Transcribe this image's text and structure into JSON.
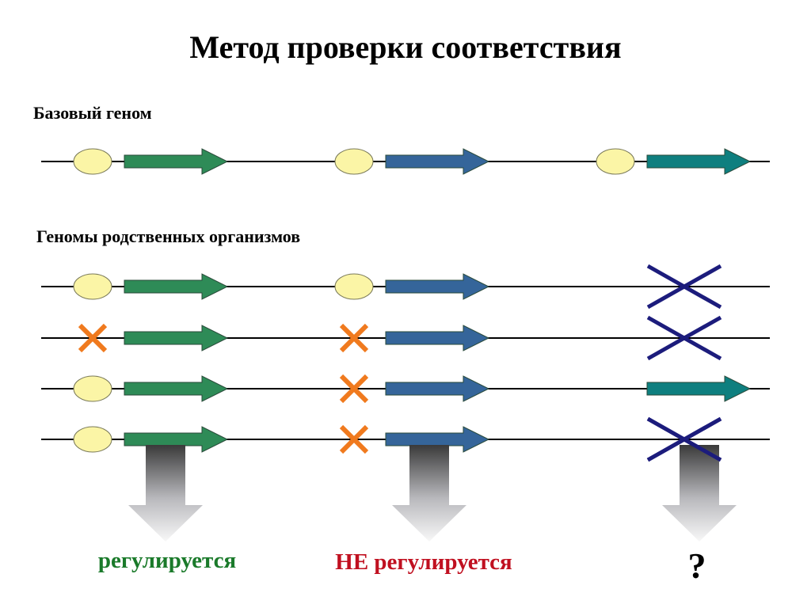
{
  "title": "Метод проверки соответствия",
  "labels": {
    "base_genome": "Базовый геном",
    "related_genomes": "Геномы родственных организмов"
  },
  "results": [
    {
      "text": "регулируется",
      "color": "#1a7a2a"
    },
    {
      "text": "НЕ регулируется",
      "color": "#c01020"
    },
    {
      "text": "?",
      "color": "#000000"
    }
  ],
  "colors": {
    "site": "#fbf5a6",
    "gene1": "#2e8b57",
    "gene2": "#35659a",
    "gene3": "#0e7f7f",
    "site_absent_mark": "#f07a1e",
    "gene_absent_mark": "#1c1c7c"
  },
  "genomes": [
    {
      "id": "base",
      "units": [
        "site+gene",
        "site+gene",
        "site+gene"
      ]
    },
    {
      "id": "related-1",
      "units": [
        "site+gene",
        "site+gene",
        "gene-absent"
      ]
    },
    {
      "id": "related-2",
      "units": [
        "site-absent+gene",
        "site-absent+gene",
        "gene-absent"
      ]
    },
    {
      "id": "related-3",
      "units": [
        "site+gene",
        "site-absent+gene",
        "gene-only"
      ]
    },
    {
      "id": "related-4",
      "units": [
        "site+gene",
        "site-absent+gene",
        "gene-absent"
      ]
    }
  ]
}
